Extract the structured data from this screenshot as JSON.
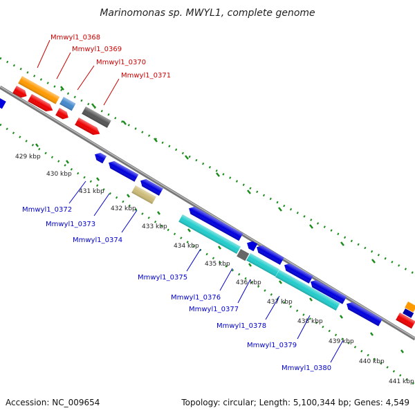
{
  "title": "Marinomonas sp. MWYL1, complete genome",
  "footer": {
    "accession": "Accession: NC_009654",
    "summary": "Topology: circular; Length: 5,100,344 bp; Genes: 4,549"
  },
  "colors": {
    "top_labels": "#cc0000",
    "bottom_labels": "#0000cc",
    "dotted_track": "#1a8c1a",
    "backbone": "#888888",
    "forward_gene": "#ee0000",
    "reverse_gene": "#0000dd",
    "cyan_gene": "#22cccc",
    "orange_gene": "#ff9900",
    "steelblue_gene": "#4488cc",
    "gray_gene": "#666666",
    "khaki_gene": "#ccbb77"
  },
  "ticks": [
    "429 kbp",
    "430 kbp",
    "431 kbp",
    "432 kbp",
    "433 kbp",
    "434 kbp",
    "435 kbp",
    "436 kbp",
    "437 kbp",
    "438 kbp",
    "439 kbp",
    "440 kbp",
    "441 kbp"
  ],
  "top_labels": [
    "Mmwyl1_0368",
    "Mmwyl1_0369",
    "Mmwyl1_0370",
    "Mmwyl1_0371"
  ],
  "bottom_labels": [
    "Mmwyl1_0372",
    "Mmwyl1_0373",
    "Mmwyl1_0374",
    "Mmwyl1_0375",
    "Mmwyl1_0376",
    "Mmwyl1_0377",
    "Mmwyl1_0378",
    "Mmwyl1_0379",
    "Mmwyl1_0380"
  ]
}
